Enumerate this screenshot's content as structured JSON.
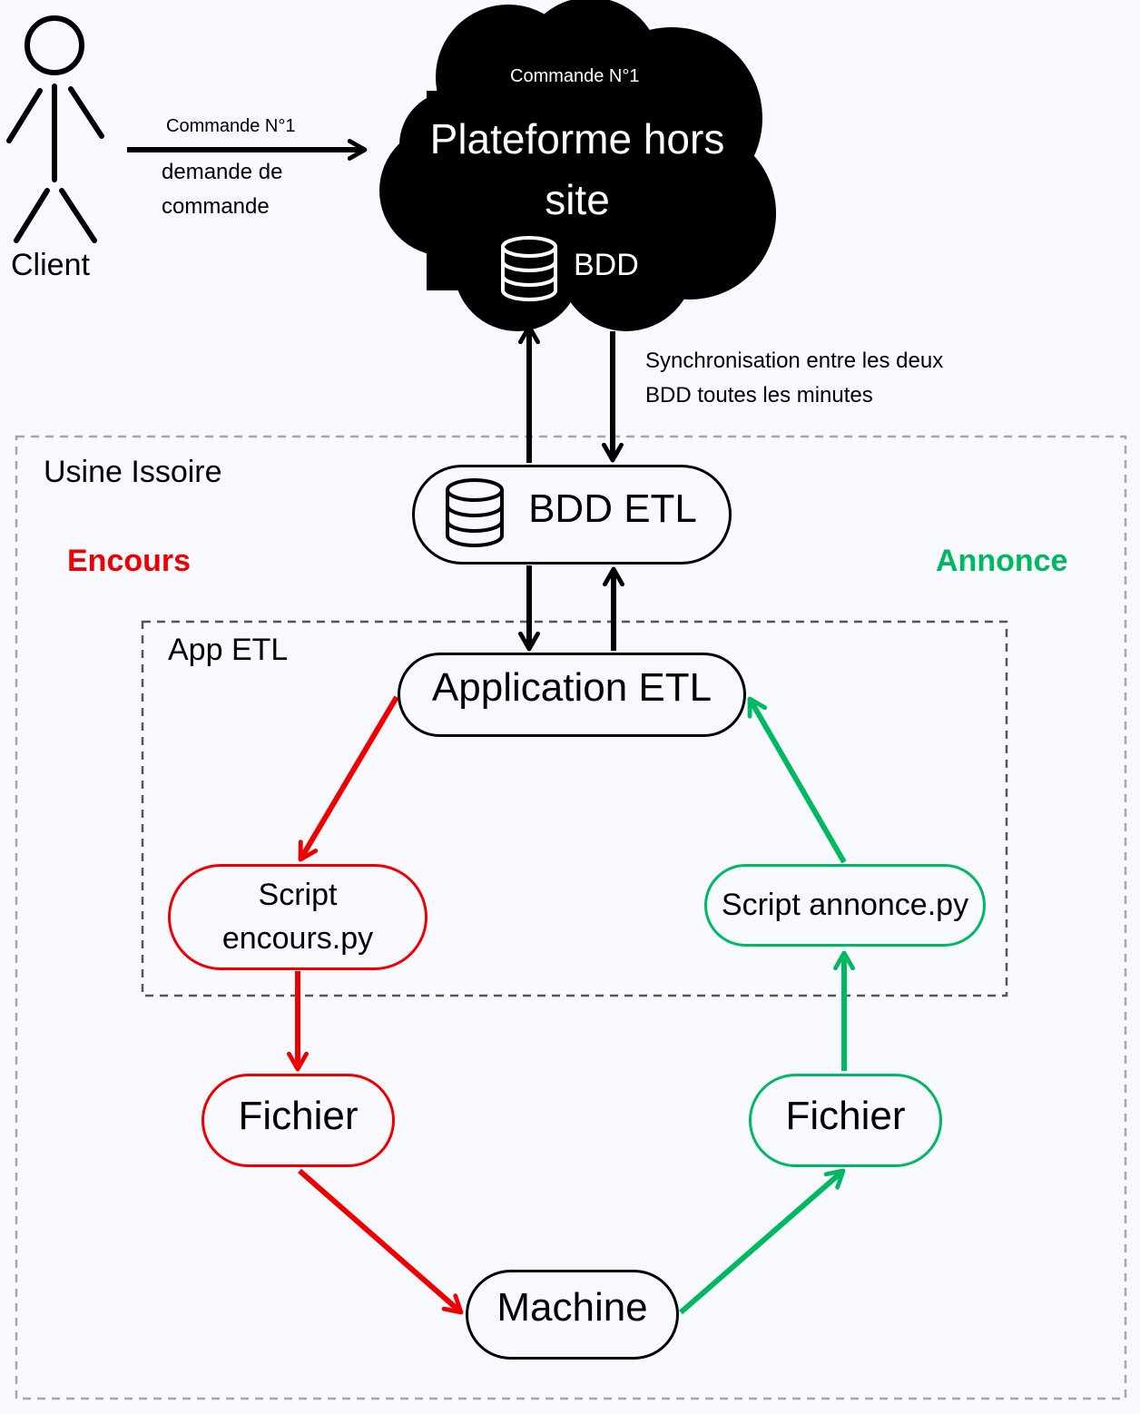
{
  "client": {
    "label": "Client"
  },
  "order_arrow": {
    "title": "Commande N°1",
    "line1": "demande de",
    "line2": "commande"
  },
  "cloud": {
    "order_label": "Commande N°1",
    "title_line1": "Plateforme hors",
    "title_line2": "site",
    "db_label": "BDD"
  },
  "sync_note": {
    "line1": "Synchronisation entre les deux",
    "line2": "BDD toutes les minutes"
  },
  "factory": {
    "label": "Usine Issoire"
  },
  "app_group": {
    "label": "App ETL"
  },
  "nodes": {
    "bdd_etl": "BDD ETL",
    "application_etl": "Application ETL",
    "script_encours_line1": "Script",
    "script_encours_line2": "encours.py",
    "script_annonce": "Script annonce.py",
    "fichier_left": "Fichier",
    "fichier_right": "Fichier",
    "machine": "Machine"
  },
  "flows": {
    "encours": "Encours",
    "annonce": "Annonce"
  },
  "colors": {
    "background": "#f7f9fe",
    "encours": "#ef0000",
    "annonce": "#00b860",
    "boundary": "#a6a6a6",
    "app_boundary": "#555555",
    "ink": "#000000"
  },
  "icons": [
    "stick-figure-icon",
    "database-icon"
  ]
}
